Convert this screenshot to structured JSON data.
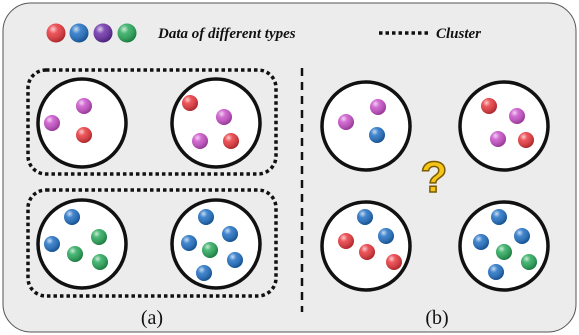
{
  "legend": {
    "dot_colors": [
      "#e8363c",
      "#1f6fc4",
      "#6a2ea8",
      "#27a85a"
    ],
    "data_label": "Data of different types",
    "cluster_label": "Cluster"
  },
  "panels": {
    "a": {
      "caption": "(a)",
      "groups": [
        {
          "ball_colors": [
            "#c94fc9",
            "#c94fc9",
            "#e8363c"
          ]
        },
        {
          "ball_colors": [
            "#e8363c",
            "#c94fc9",
            "#c94fc9",
            "#e8363c"
          ]
        },
        {
          "ball_colors": [
            "#1f6fc4",
            "#27a85a",
            "#1f6fc4",
            "#27a85a",
            "#27a85a"
          ]
        },
        {
          "ball_colors": [
            "#1f6fc4",
            "#1f6fc4",
            "#1f6fc4",
            "#27a85a",
            "#1f6fc4",
            "#1f6fc4"
          ]
        }
      ]
    },
    "b": {
      "caption": "(b)",
      "center_symbol": "?",
      "groups": [
        {
          "ball_colors": [
            "#c94fc9",
            "#c94fc9",
            "#1f6fc4"
          ]
        },
        {
          "ball_colors": [
            "#e8363c",
            "#c94fc9",
            "#c94fc9",
            "#e8363c"
          ]
        },
        {
          "ball_colors": [
            "#1f6fc4",
            "#e8363c",
            "#1f6fc4",
            "#e8363c",
            "#e8363c"
          ]
        },
        {
          "ball_colors": [
            "#1f6fc4",
            "#1f6fc4",
            "#1f6fc4",
            "#27a85a",
            "#1f6fc4",
            "#27a85a"
          ]
        }
      ]
    }
  },
  "colors": {
    "panel_bg": "#ececec",
    "outline": "#111111"
  }
}
